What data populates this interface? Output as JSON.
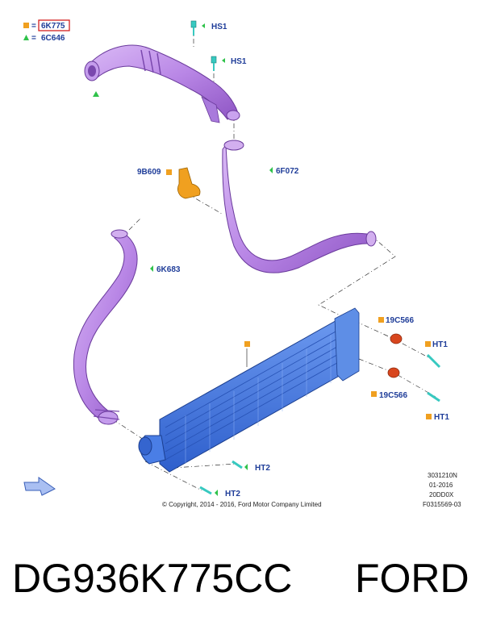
{
  "legend": {
    "square_code": "6K775",
    "triangle_code": "6C646",
    "equals": "="
  },
  "labels": {
    "hs1_a": "HS1",
    "hs1_b": "HS1",
    "hose_upper": "6F072",
    "clip": "9B609",
    "hose_lower": "6K683",
    "insulator_top": "19C566",
    "insulator_bottom": "19C566",
    "ht1_a": "HT1",
    "ht1_b": "HT1",
    "ht2_a": "HT2",
    "ht2_b": "HT2"
  },
  "copyright": "© Copyright, 2014 - 2016, Ford Motor Company Limited",
  "reference": {
    "line1": "3031210N",
    "line2": "01-2016",
    "line3": "20DD0X",
    "line4": "F0315569-03"
  },
  "caption": {
    "part_number": "DG936K775CC",
    "brand": "FORD"
  },
  "colors": {
    "hose_purple": "#b987e6",
    "intercooler_blue": "#3d74e0",
    "clip_orange": "#f0a020",
    "insulator_red": "#d8461e",
    "label_blue": "#1f3d99",
    "legend_square": "#f0a020",
    "legend_triangle": "#2fc24a",
    "highlight_box": "#d42020"
  }
}
